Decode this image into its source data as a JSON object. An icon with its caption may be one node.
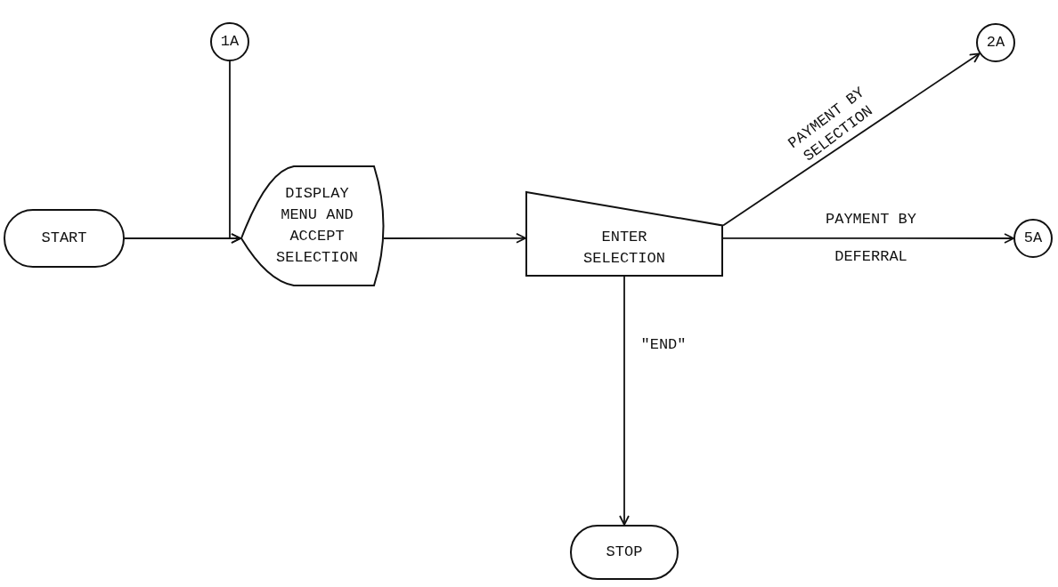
{
  "diagram": {
    "nodes": [
      {
        "text": [
          "1A"
        ]
      },
      {
        "text": [
          "START"
        ]
      },
      {
        "text": [
          "DISPLAY MENU AND ACCEPT SELECTION"
        ]
      },
      {
        "text": [
          "ENTER SELECTION"
        ]
      },
      {
        "text": [
          "2A"
        ]
      },
      {
        "text": [
          "5A"
        ]
      },
      {
        "text": [
          "STOP"
        ]
      }
    ],
    "edges": [
      {
        "from": 0,
        "to": 2,
        "arrow": "to"
      },
      {
        "from": 1,
        "to": 2,
        "arrow": "to"
      },
      {
        "from": 2,
        "to": 3,
        "arrow": "to"
      },
      {
        "from": 3,
        "to": 4,
        "arrow": "to",
        "label": "PAYMENT BY SELECTION"
      },
      {
        "from": 3,
        "to": 5,
        "arrow": "to",
        "label": "PAYMENT BY DEFERRAL"
      },
      {
        "from": 3,
        "to": 6,
        "arrow": "to",
        "label": "\"END\""
      }
    ]
  }
}
